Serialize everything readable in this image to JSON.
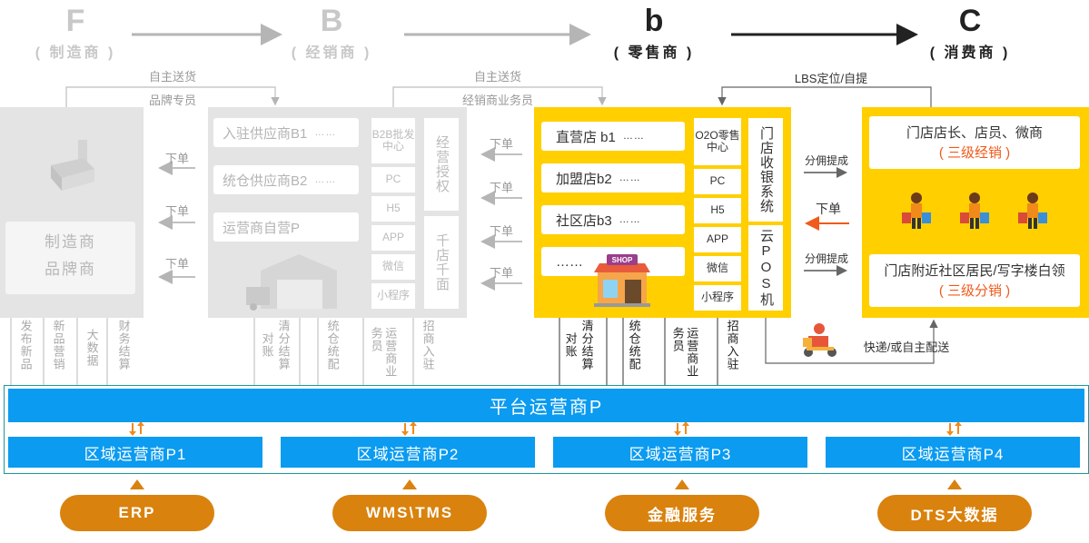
{
  "stages": [
    {
      "letter": "F",
      "name": "( 制造商 )"
    },
    {
      "letter": "B",
      "name": "( 经销商 )"
    },
    {
      "letter": "b",
      "name": "( 零售商 )"
    },
    {
      "letter": "C",
      "name": "( 消费商 )"
    }
  ],
  "top_labels": {
    "f_b_1": "自主送货",
    "f_b_2": "品牌专员",
    "b_b_1": "自主送货",
    "b_b_2": "经销商业务员",
    "lbs": "LBS定位/自提"
  },
  "manufacturer": {
    "line1": "制造商",
    "line2": "品牌商"
  },
  "order_label": "下单",
  "distributor": {
    "items": [
      "入驻供应商B1",
      "统仓供应商B2",
      "运营商自营P"
    ],
    "dots": "……",
    "channels": [
      "B2B批发中心",
      "PC",
      "H5",
      "APP",
      "微信",
      "小程序"
    ],
    "auth": "经营授权",
    "face": "千店千面"
  },
  "retailer": {
    "items": [
      "直营店 b1",
      "加盟店b2",
      "社区店b3",
      "……"
    ],
    "dots": "……",
    "channels": [
      "O2O零售中心",
      "PC",
      "H5",
      "APP",
      "微信",
      "小程序"
    ],
    "cashier": "门店收银系统",
    "pos": "云POS机",
    "shop_sign": "SHOP"
  },
  "consumer": {
    "top": "门店店长、店员、微商",
    "top_sub": "( 三级经销 )",
    "bottom": "门店附近社区居民/写字楼白领",
    "bottom_sub": "( 三级分销 )"
  },
  "mid_labels": {
    "commission1": "分佣提成",
    "order": "下单",
    "commission2": "分佣提成",
    "delivery": "快递/或自主配送"
  },
  "bottom_labels": {
    "f": [
      "发布新品",
      "新品营销",
      "大数据",
      "财务结算"
    ],
    "b": [
      "清分结算",
      "对账",
      "统仓统配",
      "运营商业务员",
      "招商入驻"
    ],
    "r": [
      "清分结算",
      "对账",
      "统仓统配",
      "运营商业务员",
      "招商入驻"
    ]
  },
  "platform": "平台运营商P",
  "regions": [
    "区域运营商P1",
    "区域运营商P2",
    "区域运营商P3",
    "区域运营商P4"
  ],
  "services": [
    "ERP",
    "WMS\\TMS",
    "金融服务",
    "DTS大数据"
  ],
  "colors": {
    "yellow": "#ffcf00",
    "blue": "#0b9bf0",
    "orange": "#d9820e",
    "gray": "#e3e3e3",
    "red": "#f05a1a"
  }
}
